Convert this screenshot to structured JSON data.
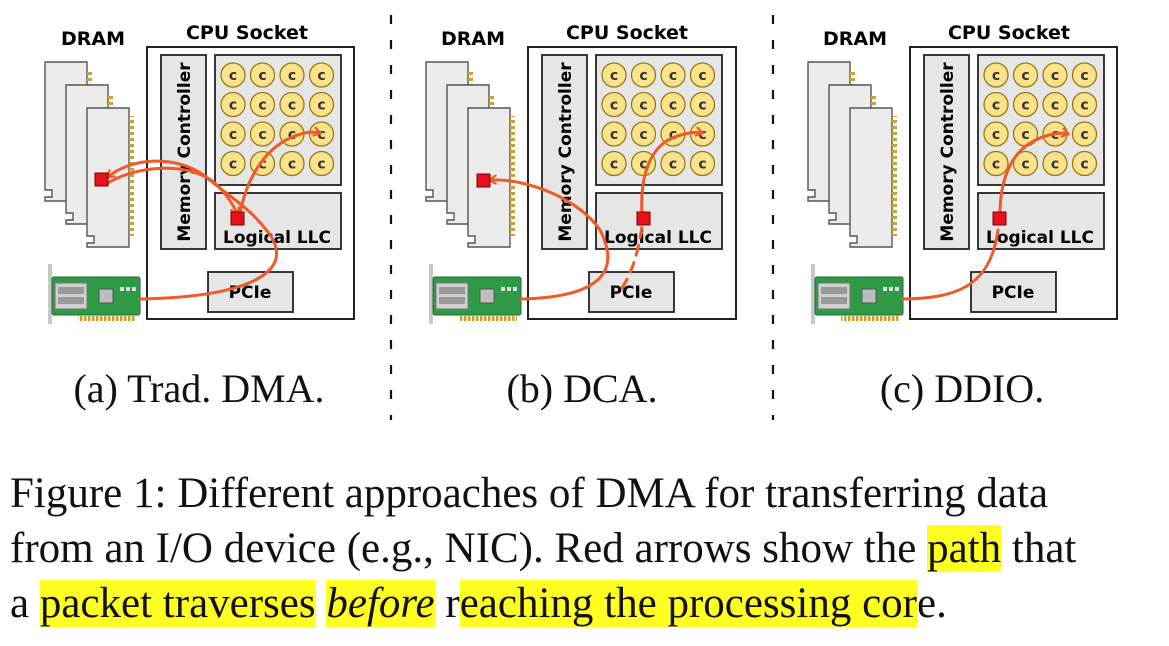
{
  "panels": [
    {
      "id": "a",
      "dram_label": "DRAM",
      "cpu_label": "CPU Socket",
      "memctl_label": "Memory Controller",
      "llc_label": "Logical LLC",
      "pcie_label": "PCIe",
      "core_glyph": "c",
      "caption": "(a) Trad. DMA."
    },
    {
      "id": "b",
      "dram_label": "DRAM",
      "cpu_label": "CPU Socket",
      "memctl_label": "Memory Controller",
      "llc_label": "Logical LLC",
      "pcie_label": "PCIe",
      "core_glyph": "c",
      "caption": "(b) DCA."
    },
    {
      "id": "c",
      "dram_label": "DRAM",
      "cpu_label": "CPU Socket",
      "memctl_label": "Memory Controller",
      "llc_label": "Logical LLC",
      "pcie_label": "PCIe",
      "core_glyph": "c",
      "caption": "(c) DDIO."
    }
  ],
  "caption": {
    "line1": "Figure 1: Different approaches of DMA for transferring data",
    "line2_pre": "from an I/O device (e.g., NIC). Red arrows show the ",
    "line2_hl": "path",
    "line2_post": " that",
    "line3_a": "a ",
    "line3_hl1": "packet traverses",
    "line3_sp": " ",
    "line3_hl2": "before",
    "line3_sp2": " r",
    "line3_hl3": "eaching the processing cor",
    "line3_end": "e."
  },
  "colors": {
    "arrow": "#f05a28",
    "packet": "#e8101a",
    "core_fill": "#fbe38b",
    "core_stroke": "#9a7a10",
    "box_fill": "#e6e6e6",
    "dram_fill": "#ececec",
    "nic_green": "#2f9a46",
    "highlight": "#ffff22"
  }
}
